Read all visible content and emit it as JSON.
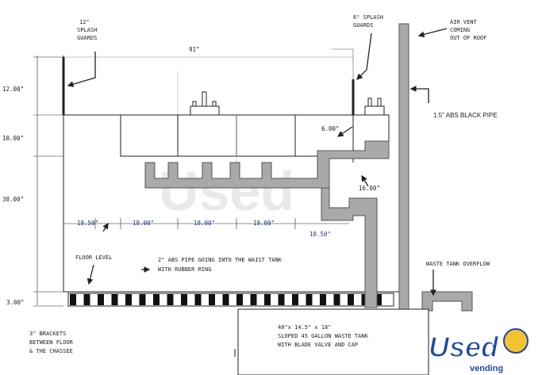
{
  "labels": {
    "splash12": [
      "12\"",
      "SPLASH",
      "GUARDS"
    ],
    "splash6": [
      "6\" SPLASH",
      "GUARDS"
    ],
    "air_vent": [
      "AIR VENT",
      "COMING",
      "OUT OF ROOF"
    ],
    "abs_black_pipe": "1.5\" ABS BLACK PIPE",
    "top_width": "91\"",
    "dim_12": "12.00\"",
    "dim_10": "10.00\"",
    "dim_38": "38.00\"",
    "dim_3": "3.00\"",
    "dim_6": "6.00\"",
    "dim_16": "16.00\"",
    "spacing": [
      "18.50\"",
      "18.00\"",
      "18.00\"",
      "18.00\"",
      "18.50\""
    ],
    "floor_level": "FLOOR LEVEL",
    "abs_pipe_note": [
      "2\" ABS PIPE GOING INTO THE WAIST TANK",
      "WITH RUBBER RING"
    ],
    "waste_overflow": "WASTE TANK OVERFLOW",
    "brackets": [
      "3\" BRACKETS",
      "BETWEEN FLOOR",
      "& THE CHASSEE"
    ],
    "tank": [
      "40\"x 14.5\" x 18\"",
      "SLOPED  45 GALLON  WASTE TANK",
      "WITH BLADE VALVE AND CAP"
    ],
    "logo_text": "Used",
    "logo_sub": "vending",
    "watermark": "Used vending"
  },
  "colors": {
    "pipe_fill": "#a9a9a9",
    "pipe_stroke": "#555555",
    "blue_text": "#1f3a8a",
    "logo_blue": "#1d4aa8"
  }
}
